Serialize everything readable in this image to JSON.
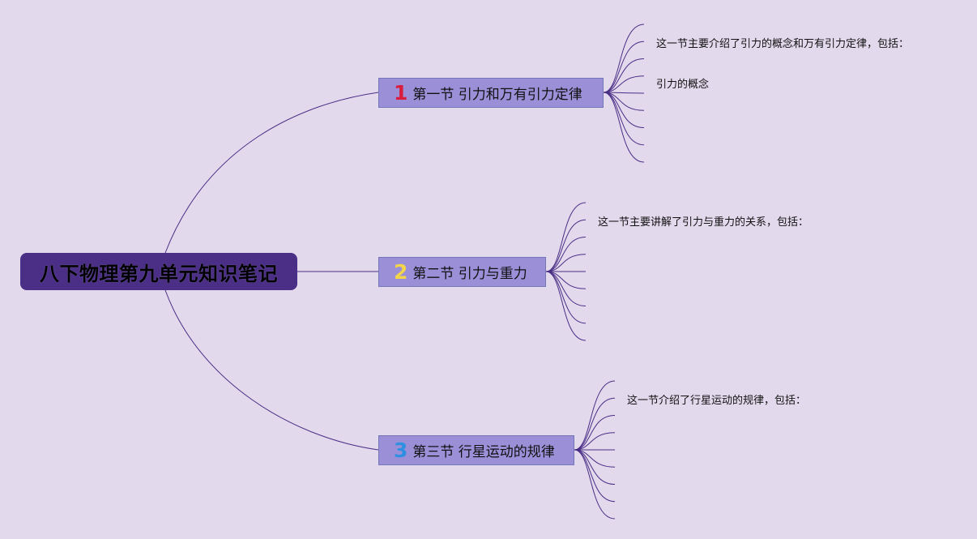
{
  "root": {
    "title": "八下物理第九单元知识笔记"
  },
  "topics": [
    {
      "number": "1",
      "label": "第一节 引力和万有引力定律",
      "number_color": "#d81e3c",
      "notes": [
        "这一节主要介绍了引力的概念和万有引力定律，包括：",
        "引力的概念"
      ]
    },
    {
      "number": "2",
      "label": "第二节 引力与重力",
      "number_color": "#f2d54a",
      "notes": [
        "这一节主要讲解了引力与重力的关系，包括："
      ]
    },
    {
      "number": "3",
      "label": "第三节 行星运动的规律",
      "number_color": "#2f8fe0",
      "notes": [
        "这一节介绍了行星运动的规律，包括："
      ]
    }
  ],
  "colors": {
    "background": "#e3d9ec",
    "root_fill": "#4b2f86",
    "topic_fill": "#9b8fd8",
    "connector": "#4a2e86"
  }
}
